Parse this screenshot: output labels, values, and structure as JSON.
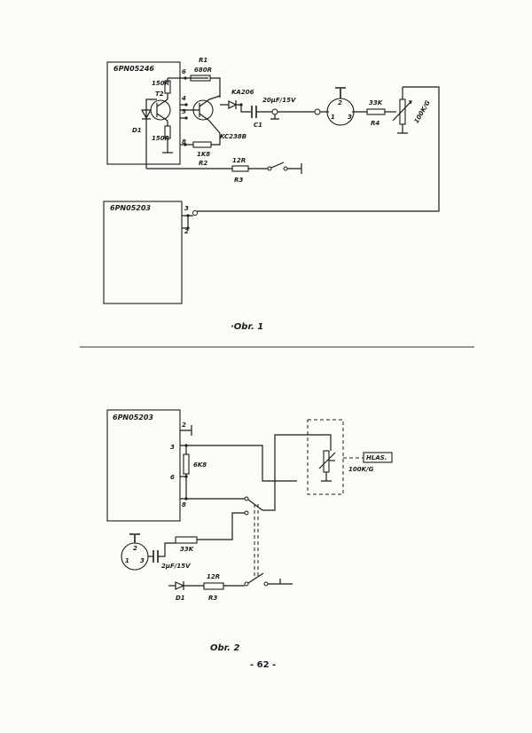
{
  "figure1": {
    "block_top": "6PN05246",
    "block_bottom": "6PN05203",
    "pins_top": [
      "6",
      "4",
      "5",
      "8"
    ],
    "pins_bottom": [
      "3",
      "2"
    ],
    "labels": {
      "r1": "R1",
      "r1_val": "680R",
      "r150a": "150R",
      "t2": "T2",
      "d1": "D1",
      "r150b": "150R",
      "diode": "KA206",
      "cap": "20μF/15V",
      "c1": "C1",
      "transistor": "KC238B",
      "r2_val": "1K8",
      "r2": "R2",
      "r3_val": "12R",
      "r3": "R3",
      "r4_val": "33K",
      "r4": "R4",
      "pot": "100K/G",
      "conn_1": "1",
      "conn_2": "2",
      "conn_3": "3"
    },
    "caption": "·Obr. 1"
  },
  "figure2": {
    "block": "6PN05203",
    "pins": [
      "2",
      "3",
      "6",
      "8"
    ],
    "labels": {
      "r6k8": "6K8",
      "pot": "100K/G",
      "hlas": "HLAS.",
      "r33k": "33K",
      "cap": "2μF/15V",
      "d1": "D1",
      "r12r": "12R",
      "r3": "R3",
      "conn_1": "1",
      "conn_2": "2",
      "conn_3": "3"
    },
    "caption": "Obr. 2"
  },
  "page_number": "- 62 -"
}
